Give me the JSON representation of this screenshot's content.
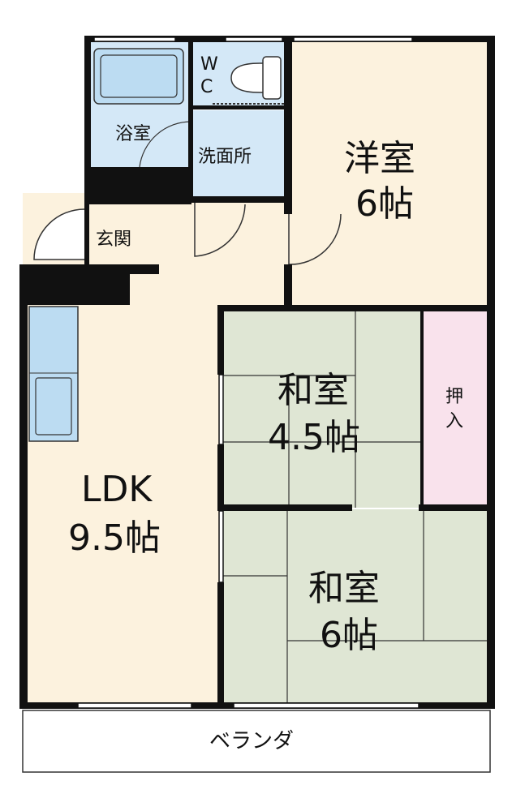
{
  "rooms": {
    "bath": {
      "label": "浴室"
    },
    "wc": {
      "label_line1": "W",
      "label_line2": "C"
    },
    "washroom": {
      "label": "洗面所"
    },
    "western": {
      "label": "洋室",
      "size": "6帖"
    },
    "entrance": {
      "label": "玄関"
    },
    "ldk": {
      "label": "LDK",
      "size": "9.5帖"
    },
    "japanese1": {
      "label": "和室",
      "size": "4.5帖"
    },
    "closet": {
      "label_line1": "押",
      "label_line2": "入"
    },
    "japanese2": {
      "label": "和室",
      "size": "6帖"
    },
    "balcony": {
      "label": "ベランダ"
    }
  },
  "colors": {
    "wall": "#111111",
    "wet_area": "#d4e8f7",
    "floor": "#fcf2de",
    "tatami": "#dfe6d4",
    "closet": "#f9e2ec",
    "fixture": "#bcdcf2",
    "balcony": "#ffffff"
  }
}
